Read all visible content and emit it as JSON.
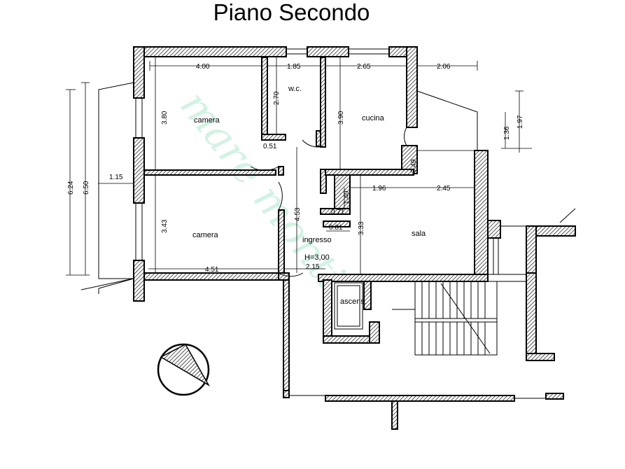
{
  "title": "Piano Secondo",
  "watermark": "mare monti",
  "rooms": {
    "camera_top": "camera",
    "wc": "w.c.",
    "cucina": "cucina",
    "camera_bottom": "camera",
    "sala": "sala",
    "ingresso": "ingresso",
    "height_note": "H=3,00",
    "ascens": "ascens."
  },
  "dimensions": {
    "top_camera_width": "4.00",
    "wc_width": "1.85",
    "cucina_width": "2.65",
    "right_ext": "2.06",
    "camera_top_height": "3.80",
    "wc_height": "2.70",
    "wc_door": "0.51",
    "cucina_height": "3.90",
    "right_136": "1.36",
    "right_197": "1.97",
    "overall_624": "6.24",
    "overall_650": "6.50",
    "left_115": "1.15",
    "sala_196": "1.96",
    "sala_245": "2.45",
    "step_049": "0.49",
    "step_140": "1.40",
    "step_071": "0.71",
    "step_081": "0.81",
    "sala_height": "3.33",
    "camera_bottom_height": "3.43",
    "ingresso_height": "4.53",
    "camera_bottom_width": "4.51",
    "ingresso_width": "2.15"
  },
  "colors": {
    "watermark": "#9fe3c4",
    "walls": "#000000"
  }
}
